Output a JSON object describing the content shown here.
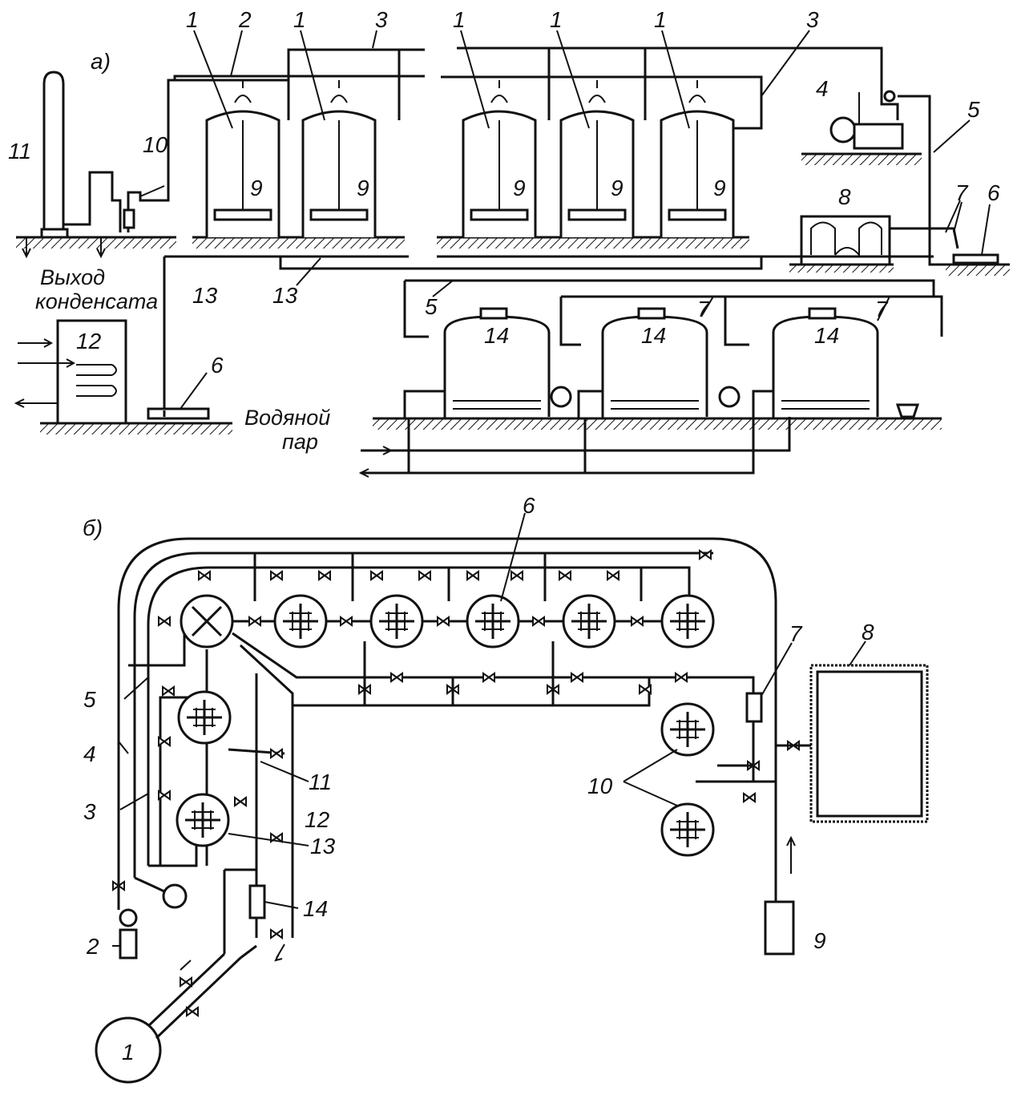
{
  "panel_a": {
    "panel_label": "а)",
    "texts": {
      "condensate_line1": "Выход",
      "condensate_line2": "конденсата",
      "steam_line1": "Водяной",
      "steam_line2": "пар"
    },
    "callouts": {
      "c1": "1",
      "c2": "1",
      "c3": "1",
      "c4": "1",
      "c5": "1",
      "pipe2": "2",
      "pipe3a": "3",
      "pipe3b": "3",
      "comp4": "4",
      "pipe5a": "5",
      "pipe5b": "5",
      "valve6a": "6",
      "valve6b": "6",
      "pipe7a": "7",
      "pipe7b": "7",
      "pipe7c": "7",
      "tank8": "8",
      "g1": "9",
      "g2": "9",
      "g3": "9",
      "g4": "9",
      "g5": "9",
      "trap10": "10",
      "col11": "11",
      "heater12": "12",
      "pipe13a": "13",
      "pipe13b": "13",
      "rec14a": "14",
      "rec14b": "14",
      "rec14c": "14"
    }
  },
  "panel_b": {
    "panel_label": "б)",
    "callouts": {
      "pump1": "1",
      "c2": "2",
      "c3": "3",
      "c4": "4",
      "c5": "5",
      "c6": "6",
      "c7": "7",
      "c8": "8",
      "c9": "9",
      "c10": "10",
      "c11": "11",
      "c12": "12",
      "c13": "13",
      "c14": "14"
    }
  }
}
